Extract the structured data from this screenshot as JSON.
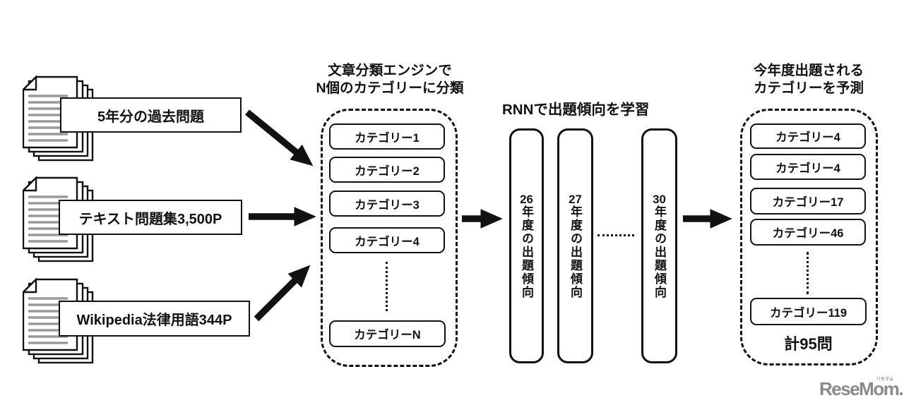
{
  "sources": [
    {
      "label": "5年分の過去問題"
    },
    {
      "label": "テキスト問題集3,500P"
    },
    {
      "label": "Wikipedia法律用語344P"
    }
  ],
  "classifier": {
    "title_line1": "文章分類エンジンで",
    "title_line2": "N個のカテゴリーに分類",
    "categories": [
      "カテゴリー1",
      "カテゴリー2",
      "カテゴリー3",
      "カテゴリー4"
    ],
    "last_category": "カテゴリーN"
  },
  "rnn": {
    "title": "RNNで出題傾向を学習",
    "years": [
      {
        "year": "26",
        "label": "年度の出題傾向"
      },
      {
        "year": "27",
        "label": "年度の出題傾向"
      },
      {
        "year": "30",
        "label": "年度の出題傾向"
      }
    ]
  },
  "prediction": {
    "title_line1": "今年度出題される",
    "title_line2": "カテゴリーを予測",
    "categories": [
      "カテゴリー4",
      "カテゴリー4",
      "カテゴリー17",
      "カテゴリー46"
    ],
    "last_category": "カテゴリー119",
    "total_label": "計95問"
  },
  "logo": {
    "text": "ReseMom.",
    "ruby": "リセマム"
  },
  "colors": {
    "ink": "#111111",
    "doc_line_gray": "#999999",
    "logo_gray": "#8a8a8a"
  }
}
